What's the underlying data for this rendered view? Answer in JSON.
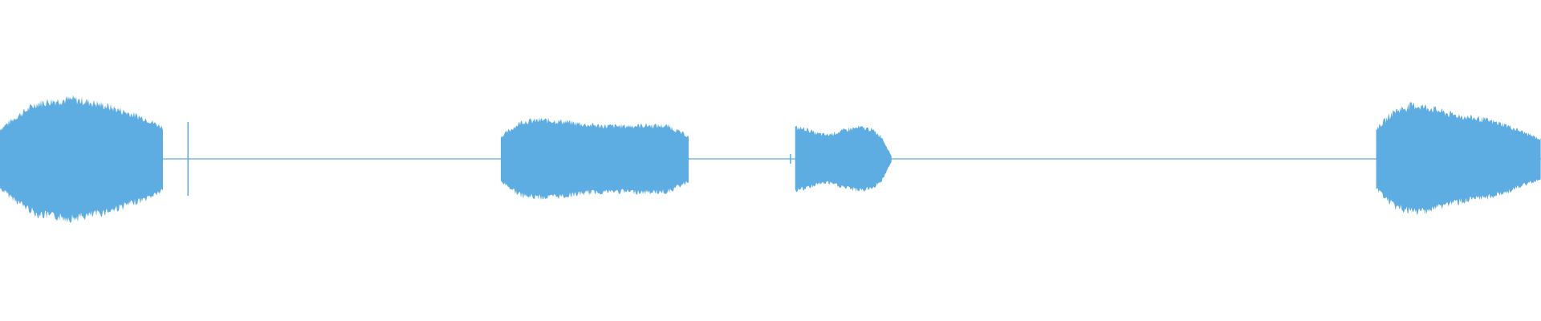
{
  "waveform": {
    "color": "#5dade2",
    "background": "#ffffff",
    "baseline_amplitude": 0.003,
    "segments": [
      {
        "name": "sound-segment-1",
        "start": 0.0,
        "end": 0.106,
        "envelope": [
          0.4,
          0.58,
          0.74,
          0.78,
          0.8,
          0.76,
          0.7,
          0.62,
          0.54,
          0.42
        ]
      },
      {
        "name": "sound-segment-2",
        "start": 0.325,
        "end": 0.447,
        "envelope": [
          0.3,
          0.5,
          0.52,
          0.5,
          0.46,
          0.44,
          0.44,
          0.45,
          0.44,
          0.3
        ]
      },
      {
        "name": "sound-segment-3",
        "start": 0.516,
        "end": 0.579,
        "envelope": [
          0.42,
          0.4,
          0.34,
          0.32,
          0.36,
          0.4,
          0.42,
          0.4,
          0.3,
          0.02
        ]
      },
      {
        "name": "sound-segment-4",
        "start": 0.893,
        "end": 1.0,
        "envelope": [
          0.4,
          0.64,
          0.72,
          0.68,
          0.6,
          0.56,
          0.52,
          0.46,
          0.36,
          0.26
        ]
      }
    ],
    "spikes": [
      {
        "name": "click-spike-1",
        "at": 0.122,
        "amplitude": 0.46
      },
      {
        "name": "click-spike-2",
        "at": 0.513,
        "amplitude": 0.06
      }
    ]
  }
}
